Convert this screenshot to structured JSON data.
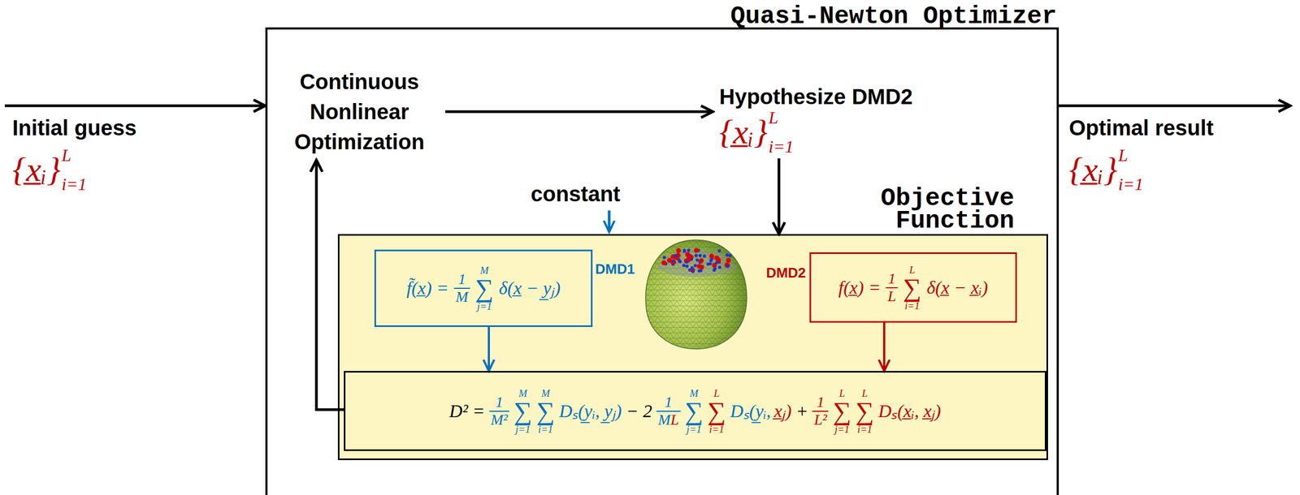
{
  "diagram": {
    "nodes": [
      {
        "text": [
          "Quasi-Newton Optimizer"
        ]
      },
      {
        "text": [
          "Initial guess",
          "{x̲ᵢ}",
          "L",
          "i=1"
        ]
      },
      {
        "text": [
          "Continuous Nonlinear Optimization"
        ],
        "in": 0
      },
      {
        "text": [
          "Hypothesize DMD2",
          "{x̲ᵢ}",
          "L",
          "i=1"
        ],
        "in": 0
      },
      {
        "text": [
          "Objective Function"
        ],
        "in": 0
      },
      {
        "text": [
          "DMD1",
          "f̃(x̲) =",
          "1",
          "M",
          "∑",
          "M",
          "j=1",
          "δ(x̲ − y̲ⱼ)"
        ],
        "in": 4
      },
      {
        "text": [
          "DMD2",
          "f(x̲) =",
          "1",
          "L",
          "∑",
          "L",
          "i=1",
          "δ(x̲ − x̲ᵢ)"
        ],
        "in": 4
      },
      {
        "text": [
          "D² =",
          "1",
          "M²",
          "∑",
          "M",
          "j=1",
          "∑",
          "M",
          "i=1",
          "Dₛ(y̲ᵢ, y̲ⱼ)",
          "− 2",
          "1",
          "M",
          "L",
          "∑",
          "M",
          "j=1",
          "∑",
          "L",
          "i=1",
          "Dₛ(y̲ᵢ,",
          "x̲ⱼ)",
          "+",
          "1",
          "L²",
          "∑",
          "L",
          "j=1",
          "∑",
          "L",
          "i=1",
          "Dₛ(x̲ᵢ, x̲ⱼ)"
        ],
        "in": 4
      },
      {
        "text": [
          "Optimal result",
          "{x̲ᵢ}",
          "L",
          "i=1"
        ]
      }
    ],
    "edges": [
      {
        "from": 1,
        "to": 0,
        "arrow": "to"
      },
      {
        "from": 2,
        "to": 3,
        "arrow": "to"
      },
      {
        "from": 3,
        "to": 4,
        "arrow": "to"
      },
      {
        "from": 5,
        "to": 7,
        "arrow": "to"
      },
      {
        "from": 6,
        "to": 7,
        "arrow": "to"
      },
      {
        "from": 7,
        "to": 2,
        "arrow": "to"
      },
      {
        "from": 0,
        "to": 8,
        "arrow": "to"
      }
    ],
    "labels": [
      "constant"
    ]
  }
}
